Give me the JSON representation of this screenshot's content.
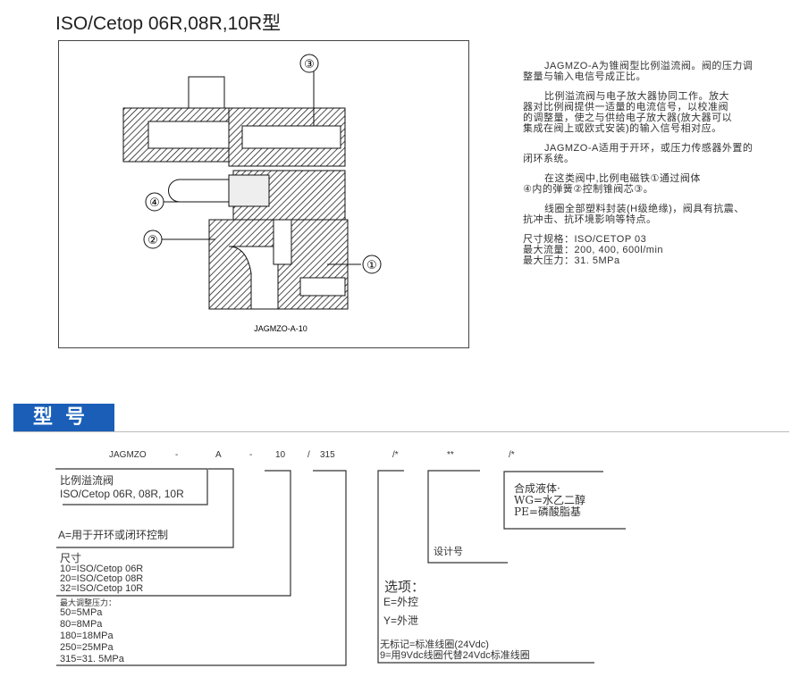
{
  "title": "ISO/Cetop 06R,08R,10R型",
  "diagram": {
    "caption": "JAGMZO-A-10",
    "callouts": [
      "③",
      "④",
      "②",
      "①"
    ]
  },
  "description": [
    "JAGMZO-A为锥阀型比例溢流阀。阀的压力调",
    "整量与输入电信号成正比。",
    "比例溢流阀与电子放大器协同工作。放大",
    "器对比例阀提供一适量的电流信号，以校准阀",
    "的调整量，使之与供给电子放大器(放大器可以",
    "集成在阀上或欧式安装)的输入信号相对应。",
    "JAGMZO-A适用于开环，或压力传感器外置的",
    "闭环系统。",
    "在这类阀中,比例电磁铁①通过阀体",
    "④内的弹簧②控制锥阀芯③。",
    "线圈全部塑料封装(H级绝缘)，阀具有抗震、",
    "抗冲击、抗环境影响等特点。",
    "尺寸规格：ISO/CETOP 03",
    "最大流量：200, 400, 600l/min",
    "最大压力：31. 5MPa"
  ],
  "section_title": "型号",
  "code": [
    "JAGMZO",
    "-",
    "A",
    "-",
    "10",
    "/",
    "315",
    "/*",
    "**",
    "/*"
  ],
  "legend": {
    "type_label": "比例溢流阀",
    "type_value": "ISO/Cetop 06R, 08R, 10R",
    "control": "A=用于开环或闭环控制",
    "size_label": "尺寸",
    "sizes": [
      "10=ISO/Cetop 06R",
      "20=ISO/Cetop 08R",
      "32=ISO/Cetop 10R"
    ],
    "pressure_label": "最大调整压力：",
    "pressures": [
      "50=5MPa",
      "80=8MPa",
      "180=18MPa",
      "250=25MPa",
      "315=31. 5MPa"
    ],
    "options_label": "选项：",
    "options": [
      "E=外控",
      "Y=外泄"
    ],
    "coil": [
      "无标记=标准线圈(24Vdc)",
      "9=用9Vdc线圈代替24Vdc标准线圈"
    ],
    "design": "设计号",
    "fluid_label": "合成液体·",
    "fluids": [
      "WG=水乙二醇",
      "PE=磷酸脂基"
    ]
  }
}
